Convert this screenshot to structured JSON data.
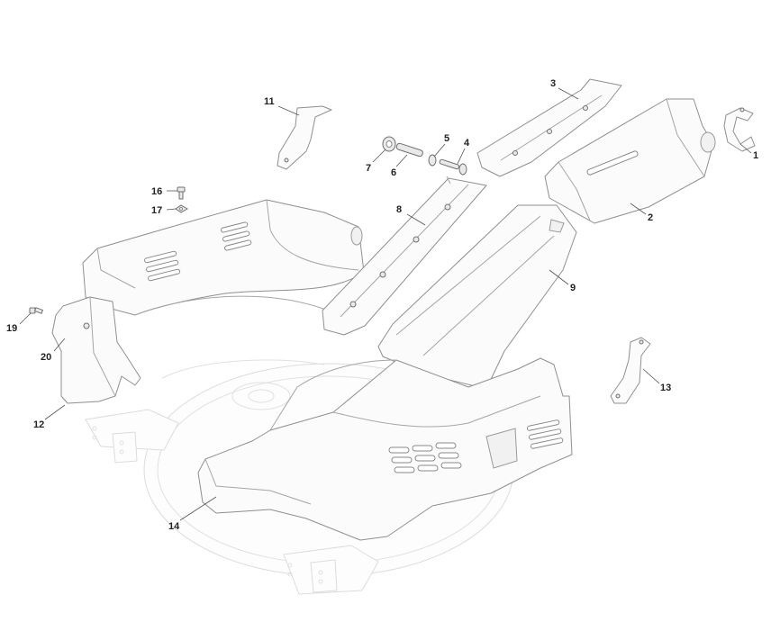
{
  "callouts": [
    "1",
    "2",
    "3",
    "4",
    "5",
    "6",
    "7",
    "8",
    "9",
    "11",
    "12",
    "13",
    "14",
    "16",
    "17",
    "19",
    "20"
  ]
}
